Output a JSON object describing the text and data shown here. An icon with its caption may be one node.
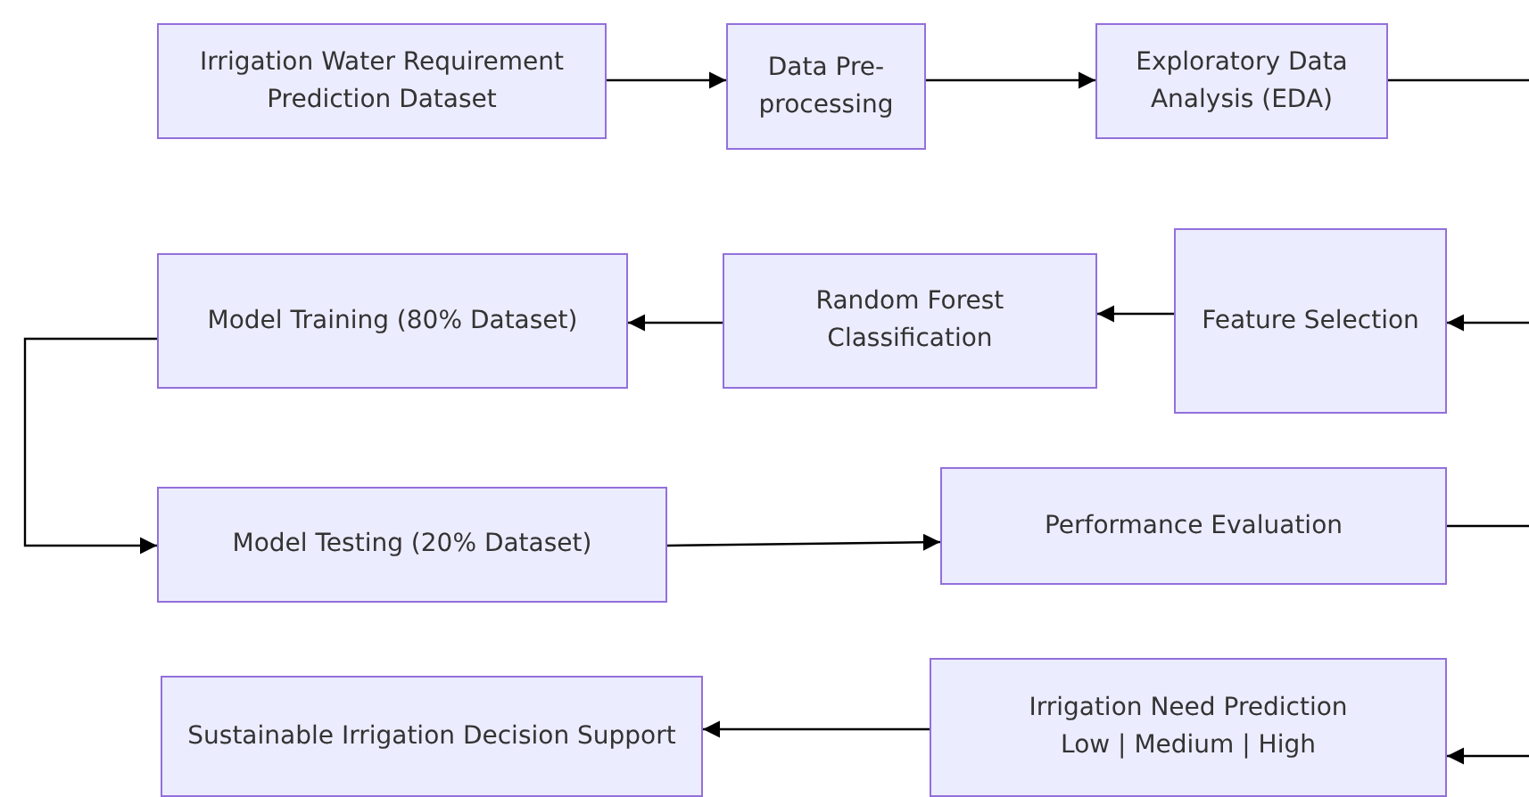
{
  "diagram": {
    "nodes": [
      {
        "text": [
          "Irrigation Water Requirement Prediction Dataset"
        ]
      },
      {
        "text": [
          "Data Pre-processing"
        ]
      },
      {
        "text": [
          "Exploratory Data Analysis (EDA)"
        ]
      },
      {
        "text": [
          "Feature Selection"
        ]
      },
      {
        "text": [
          "Random Forest Classification"
        ]
      },
      {
        "text": [
          "Model Training (80% Dataset)"
        ]
      },
      {
        "text": [
          "Model Testing (20% Dataset)"
        ]
      },
      {
        "text": [
          "Performance Evaluation"
        ]
      },
      {
        "text": [
          "Irrigation Need Prediction",
          "Low | Medium | High"
        ]
      },
      {
        "text": [
          "Sustainable Irrigation Decision Support"
        ]
      }
    ],
    "edges": [
      {
        "from": 0,
        "to": 1,
        "arrow": "to"
      },
      {
        "from": 1,
        "to": 2,
        "arrow": "to"
      },
      {
        "from": 2,
        "to": null,
        "arrow": "none"
      },
      {
        "from": null,
        "to": 3,
        "arrow": "to"
      },
      {
        "from": 3,
        "to": 4,
        "arrow": "to"
      },
      {
        "from": 4,
        "to": 5,
        "arrow": "to"
      },
      {
        "from": 5,
        "to": 6,
        "arrow": "to"
      },
      {
        "from": 6,
        "to": 7,
        "arrow": "to"
      },
      {
        "from": 7,
        "to": null,
        "arrow": "none"
      },
      {
        "from": null,
        "to": 8,
        "arrow": "to"
      },
      {
        "from": 8,
        "to": 9,
        "arrow": "to"
      }
    ]
  }
}
